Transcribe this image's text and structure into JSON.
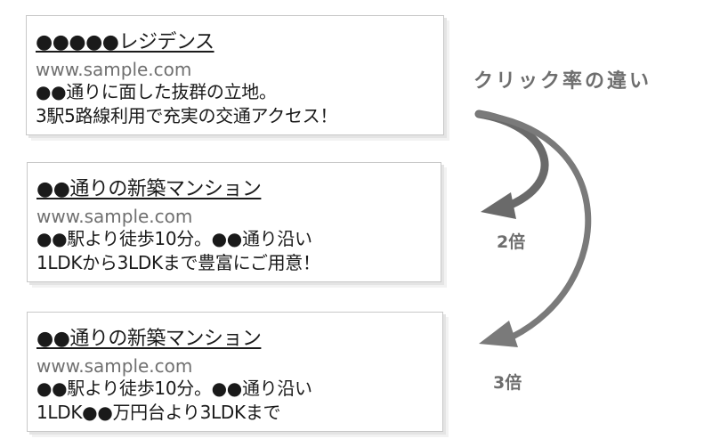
{
  "ads": [
    {
      "title": "●●●●●レジデンス",
      "url": "www.sample.com",
      "line1": "●●通りに面した抜群の立地。",
      "line2": "3駅5路線利用で充実の交通アクセス！"
    },
    {
      "title": "●●通りの新築マンション",
      "url": "www.sample.com",
      "line1": "●●駅より徒歩10分。●●通り沿い",
      "line2": "1LDKから3LDKまで豊富にご用意！"
    },
    {
      "title": "●●通りの新築マンション",
      "url": "www.sample.com",
      "line1": "●●駅より徒歩10分。●●通り沿い",
      "line2": "1LDK●●万円台より3LDKまで"
    }
  ],
  "comparison": {
    "heading": "クリック率の違い",
    "multiplier_ad2": "2倍",
    "multiplier_ad3": "3倍"
  },
  "colors": {
    "arrow": "#707070",
    "label": "#6e6e6e",
    "border": "#c8c8c8"
  }
}
